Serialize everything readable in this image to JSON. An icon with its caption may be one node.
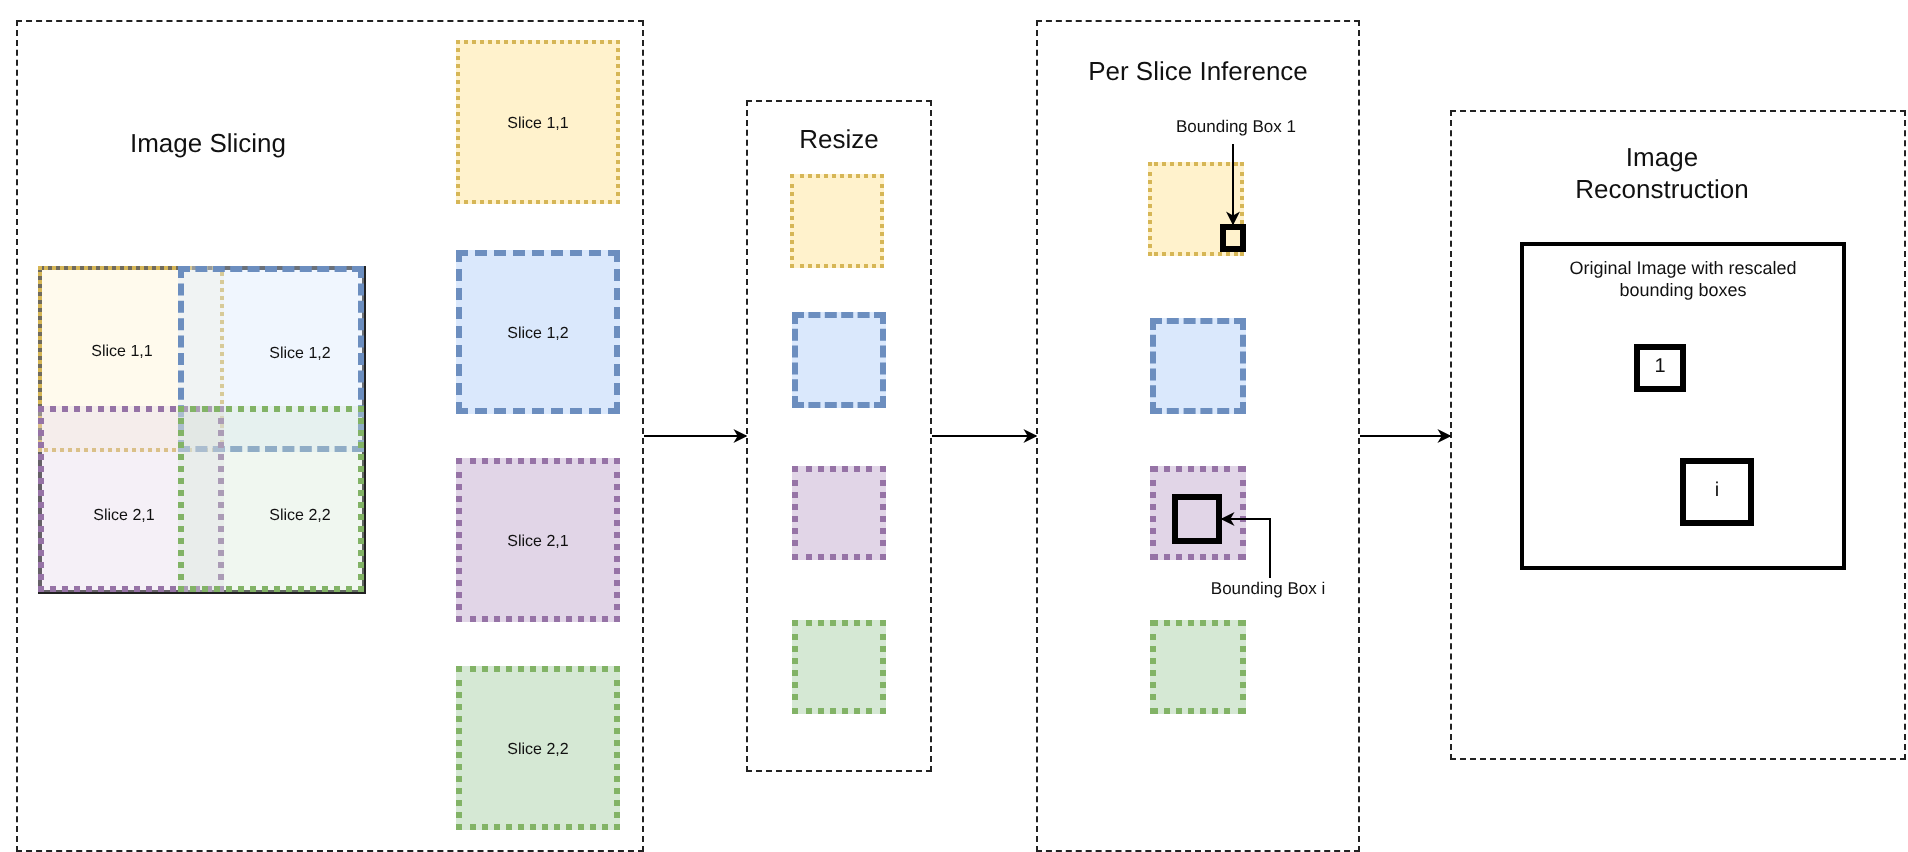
{
  "diagram": {
    "nodes": [
      {
        "text": [
          "Image Slicing"
        ]
      },
      {
        "text": [],
        "shape": "box",
        "in": 0
      },
      {
        "text": [
          "Slice 1,1"
        ],
        "in": 1
      },
      {
        "text": [
          "Slice 1,2"
        ],
        "in": 1
      },
      {
        "text": [
          "Slice 2,1"
        ],
        "in": 1
      },
      {
        "text": [
          "Slice 2,2"
        ],
        "in": 1
      },
      {
        "text": [
          "Slice 1,1"
        ],
        "in": 0
      },
      {
        "text": [
          "Slice 1,2"
        ],
        "in": 0
      },
      {
        "text": [
          "Slice 2,1"
        ],
        "in": 0
      },
      {
        "text": [
          "Slice 2,2"
        ],
        "in": 0
      },
      {
        "text": [
          "Resize"
        ]
      },
      {
        "text": [],
        "shape": "box",
        "in": 10
      },
      {
        "text": [],
        "shape": "box",
        "in": 10
      },
      {
        "text": [],
        "shape": "box",
        "in": 10
      },
      {
        "text": [],
        "shape": "box",
        "in": 10
      },
      {
        "text": [
          "Per Slice Inference"
        ]
      },
      {
        "text": [],
        "shape": "box",
        "in": 15
      },
      {
        "text": [],
        "shape": "box",
        "in": 15
      },
      {
        "text": [],
        "shape": "box",
        "in": 15
      },
      {
        "text": [],
        "shape": "box",
        "in": 15
      },
      {
        "text": [],
        "shape": "box",
        "in": 16
      },
      {
        "text": [],
        "shape": "box",
        "in": 18
      },
      {
        "text": [
          "Bounding Box 1"
        ],
        "in": 15
      },
      {
        "text": [
          "Bounding Box i"
        ],
        "in": 15
      },
      {
        "text": [
          "Image Reconstruction"
        ]
      },
      {
        "text": [
          "Original Image with rescaled bounding boxes"
        ],
        "in": 24
      },
      {
        "text": [
          "1"
        ],
        "in": 25
      },
      {
        "text": [
          "i"
        ],
        "in": 25
      }
    ],
    "edges": [
      {
        "from": 0,
        "to": 10,
        "arrow": "to"
      },
      {
        "from": 10,
        "to": 15,
        "arrow": "to"
      },
      {
        "from": 15,
        "to": 24,
        "arrow": "to"
      },
      {
        "from": 22,
        "to": 20,
        "arrow": "to"
      },
      {
        "from": 23,
        "to": 21,
        "arrow": "to"
      }
    ]
  }
}
